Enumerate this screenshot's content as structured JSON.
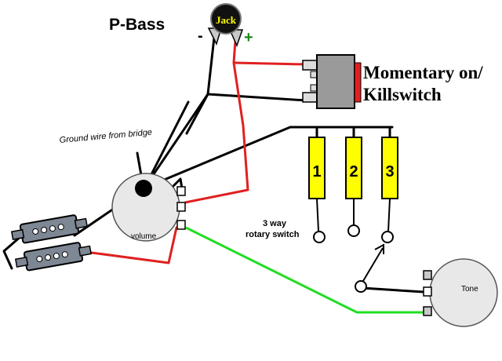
{
  "title": "P-Bass",
  "jack": {
    "label": "Jack",
    "minus": "-",
    "plus": "+"
  },
  "switch_label": {
    "line1": "Momentary on/",
    "line2": "Killswitch"
  },
  "ground_label": "Ground wire from bridge",
  "volume_label": "volume",
  "tone_label": "Tone",
  "rotary": {
    "line1": "3 way",
    "line2": "rotary switch",
    "positions": [
      "1",
      "2",
      "3"
    ]
  },
  "colors": {
    "red": "#e02020",
    "green": "#22dd22",
    "black": "#000000",
    "yellow": "#ffff00",
    "knob": "#e8e8e8"
  }
}
